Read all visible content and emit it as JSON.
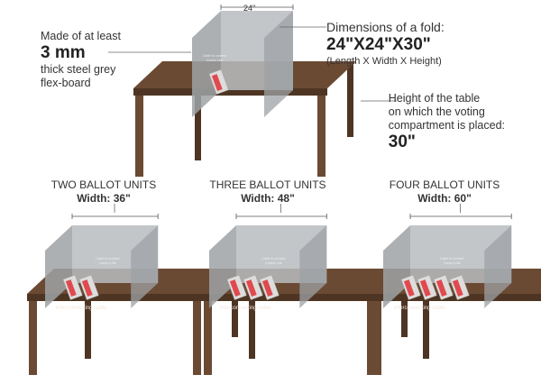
{
  "top": {
    "fold_width_label": "24\"",
    "thickness_line1": "Made of at least",
    "thickness_value": "3 mm",
    "thickness_line2": "thick steel grey",
    "thickness_line3": "flex-board",
    "dimensions_title": "Dimensions of a fold:",
    "dimensions_value": "24\"X24\"X30\"",
    "dimensions_note": "(Length X Width X Height)",
    "height_line1": "Height of the table",
    "height_line2": "on which the voting",
    "height_line3": "compartment is placed:",
    "height_value": "30\"",
    "cable_label": "Cable to connect Control Unit"
  },
  "units": [
    {
      "title": "TWO BALLOT UNITS",
      "width_label": "Width: 36\"",
      "ballot_units": 2,
      "cable_label": "Cable to connect Control Unit",
      "interconnect_label": "Interconnecting cable"
    },
    {
      "title": "THREE BALLOT UNITS",
      "width_label": "Width: 48\"",
      "ballot_units": 3,
      "cable_label": "Cable to connect Control Unit",
      "interconnect_label": "Interconnecting cable"
    },
    {
      "title": "FOUR BALLOT UNITS",
      "width_label": "Width: 60\"",
      "ballot_units": 4,
      "cable_label": "Cable to connect Control Unit",
      "interconnect_label": "Interconnecting cable"
    }
  ],
  "colors": {
    "table": "#6b4a33",
    "table_dark": "#4e3523",
    "panel": "#b9bcbf",
    "side": "#9ea2a6",
    "ballot_red": "#e04a4f"
  }
}
